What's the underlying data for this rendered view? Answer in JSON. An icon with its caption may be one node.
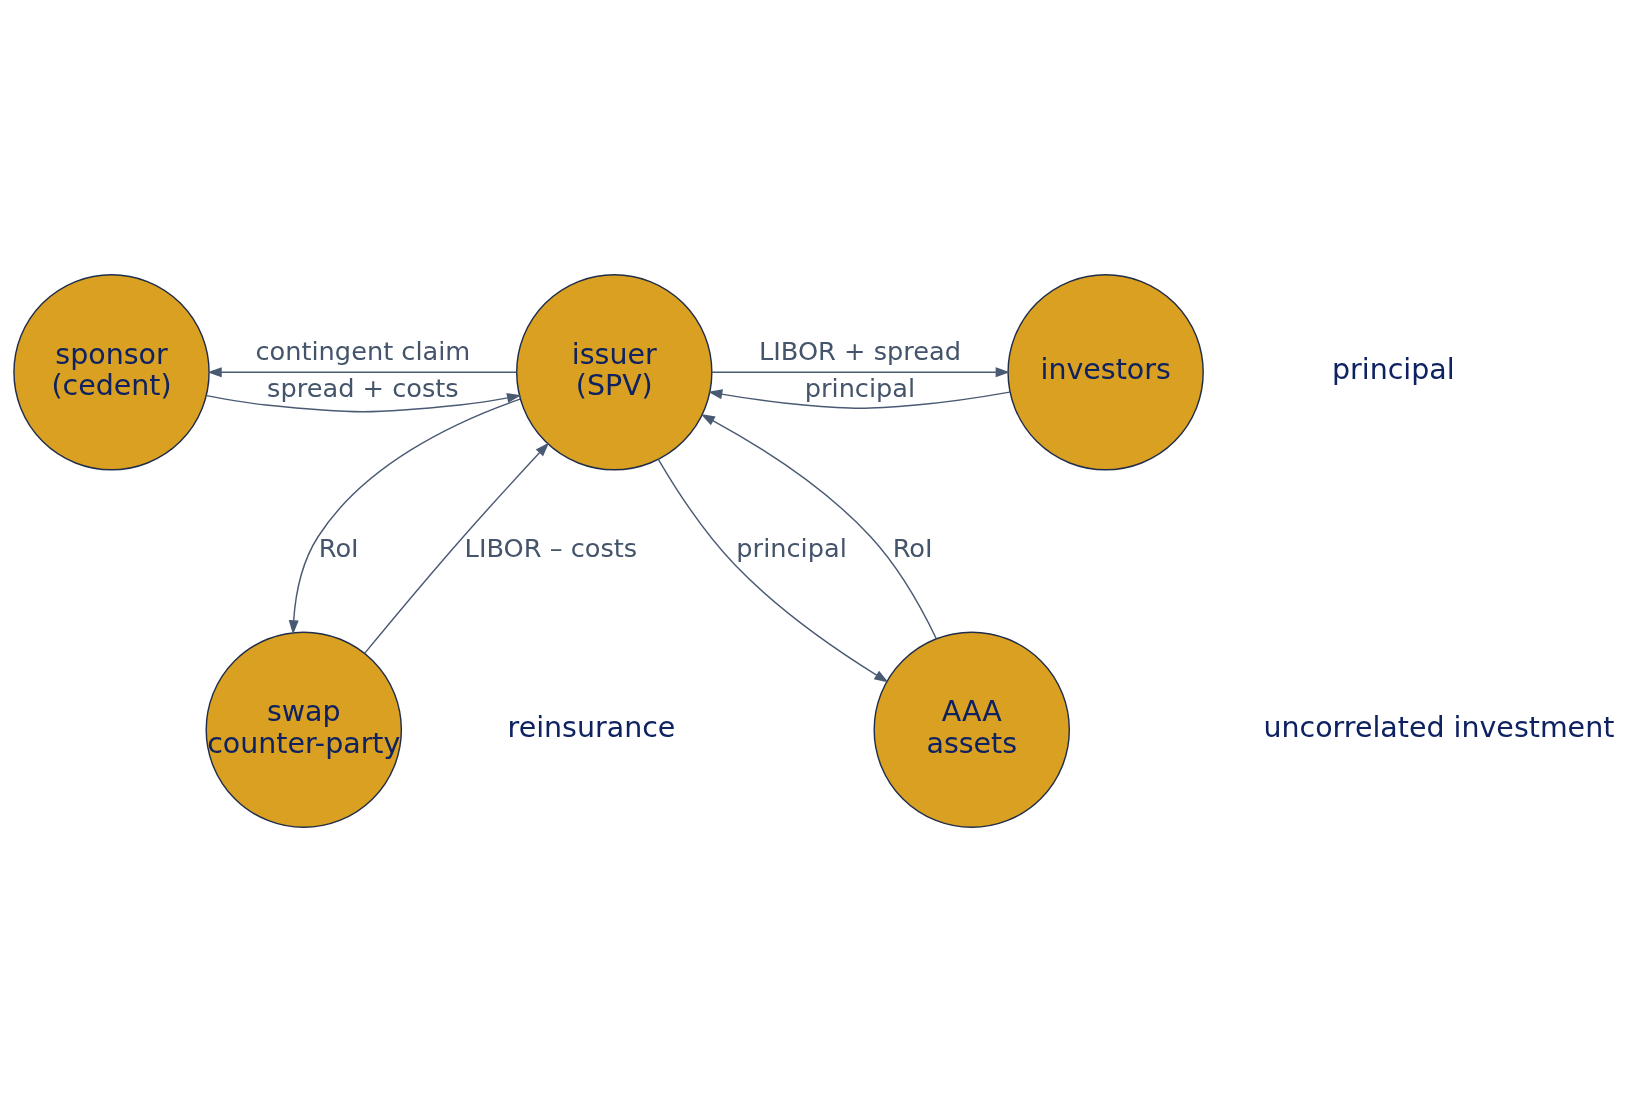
{
  "diagram": {
    "nodes": [
      {
        "text": [
          "swap counter-party"
        ]
      },
      {
        "text": [
          "sponsor (cedent)"
        ]
      },
      {
        "text": [
          "issuer (SPV)"
        ]
      },
      {
        "text": [
          "investors"
        ]
      },
      {
        "text": [
          "AAA assets"
        ]
      }
    ],
    "edges": [
      {
        "from": 2,
        "to": 0,
        "arrow": "to",
        "label": "RoI"
      },
      {
        "from": 0,
        "to": 2,
        "arrow": "to",
        "label": "LIBOR – costs"
      },
      {
        "from": 1,
        "to": 2,
        "arrow": "to",
        "label": "spread + costs"
      },
      {
        "from": 2,
        "to": 1,
        "arrow": "to",
        "label": "contingent claim"
      },
      {
        "from": 2,
        "to": 3,
        "arrow": "to",
        "label": "LIBOR + spread"
      },
      {
        "from": 3,
        "to": 2,
        "arrow": "to",
        "label": "principal"
      },
      {
        "from": 4,
        "to": 2,
        "arrow": "to",
        "label": "RoI"
      },
      {
        "from": 2,
        "to": 4,
        "arrow": "to",
        "label": "principal"
      }
    ],
    "labels": [
      "principal",
      "reinsurance",
      "uncorrelated investment"
    ]
  }
}
